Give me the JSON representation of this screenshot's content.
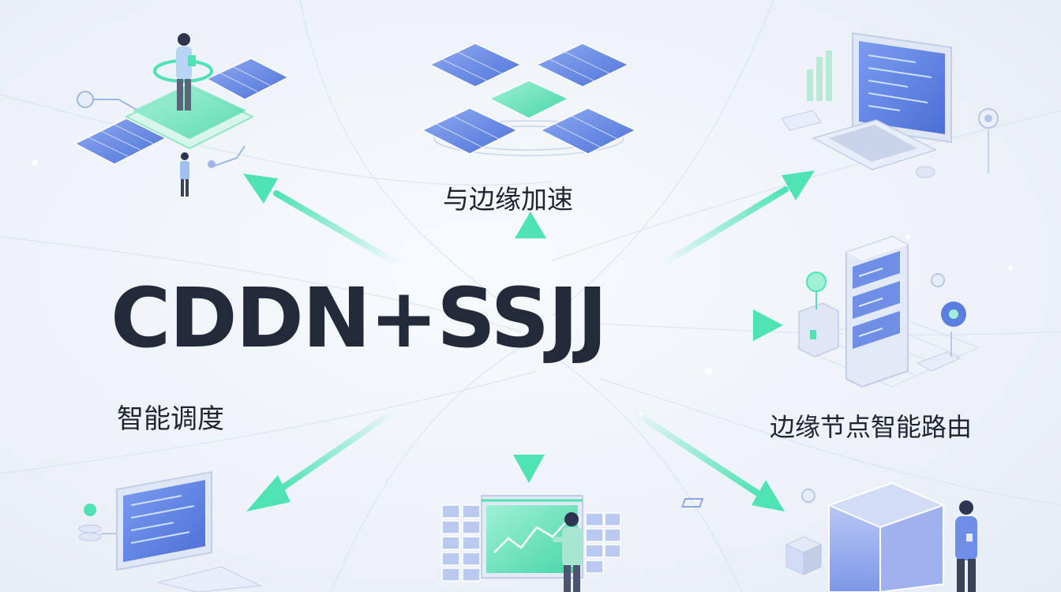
{
  "main_title": "CDDN+SSJJ",
  "labels": {
    "top": "与边缘加速",
    "left": "智能调度",
    "right": "边缘节点智能路由"
  },
  "colors": {
    "arrow": "#4fe3b3",
    "title": "#232a3a",
    "panel_blue": "#5b7fe0",
    "panel_green": "#5fe0b8",
    "server_gray": "#cdd6ea"
  },
  "icons": [
    "solar-satellite-icon",
    "solar-panel-cluster-icon",
    "desktop-computer-icon",
    "server-rack-icon",
    "computer-terminal-icon",
    "analytics-dashboard-icon",
    "data-box-icon",
    "person-icon"
  ]
}
